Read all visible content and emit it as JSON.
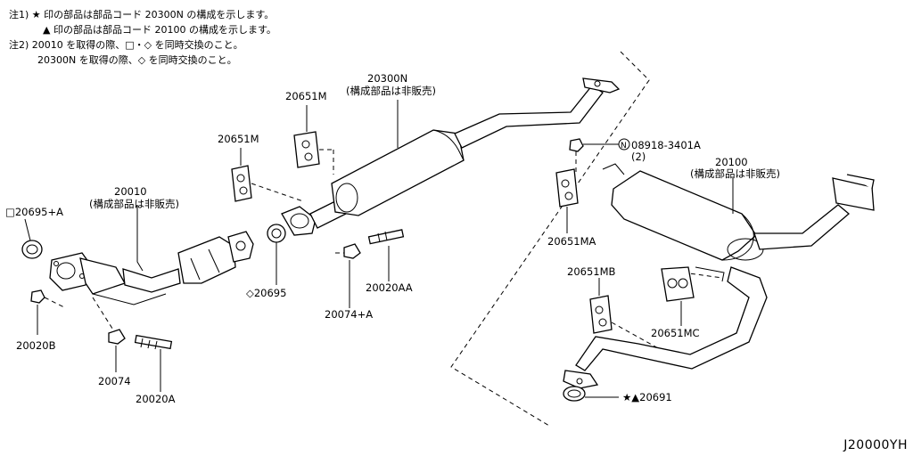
{
  "notes": [
    "注1) ★ 印の部品は部品コード 20300N の構成を示します。",
    "▲ 印の部品は部品コード 20100 の構成を示します。",
    "注2) 20010 を取得の際、□・◇ を同時交換のこと。",
    "20300N を取得の際、◇ を同時交換のこと。"
  ],
  "labels": {
    "p20300N": "20300N",
    "p20300N_sub": "(構成部品は非販売)",
    "p20651M_a": "20651M",
    "p20651M_b": "20651M",
    "p20010": "20010",
    "p20010_sub": "(構成部品は非販売)",
    "p20695A": "□20695+A",
    "p20020B": "20020B",
    "p20074": "20074",
    "p20020A": "20020A",
    "p20695": "◇20695",
    "p20074A": "20074+A",
    "p20020AA": "20020AA",
    "p08918": "08918-3401A",
    "p08918_circle": "N",
    "p08918_qty": "(2)",
    "p20100": "20100",
    "p20100_sub": "(構成部品は非販売)",
    "p20651MA": "20651MA",
    "p20651MB": "20651MB",
    "p20651MC": "20651MC",
    "p20691": "★▲20691"
  },
  "diagram_code": "J20000YH"
}
